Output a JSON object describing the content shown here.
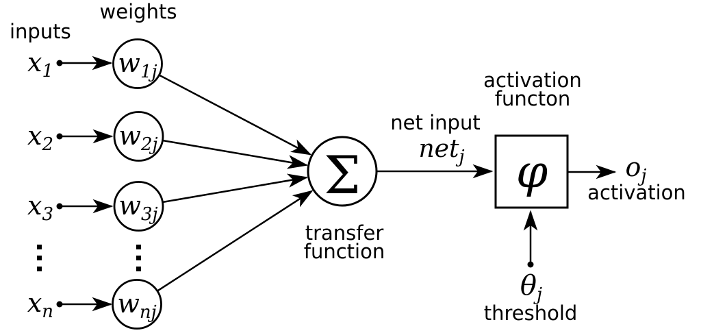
{
  "title": "artificial neuron diagram",
  "colors": {
    "ink": "#000000",
    "background": "#ffffff"
  },
  "labels": {
    "inputs": "inputs",
    "weights": "weights",
    "net_input": "net input",
    "transfer": [
      "transfer",
      "function"
    ],
    "activation_function": [
      "activation",
      "functon"
    ],
    "activation_output": "activation",
    "threshold": "threshold"
  },
  "nodes": {
    "inputs": [
      {
        "base": "x",
        "sub": "1"
      },
      {
        "base": "x",
        "sub": "2"
      },
      {
        "base": "x",
        "sub": "3"
      },
      {
        "base": "x",
        "sub": "n"
      }
    ],
    "weights": [
      {
        "base": "w",
        "sub": "1j"
      },
      {
        "base": "w",
        "sub": "2j"
      },
      {
        "base": "w",
        "sub": "3j"
      },
      {
        "base": "w",
        "sub": "nj"
      }
    ],
    "sum": "Σ",
    "net": {
      "base": "net",
      "sub": "j"
    },
    "activation": "φ",
    "output": {
      "base": "o",
      "sub": "j"
    },
    "threshold": {
      "base": "θ",
      "sub": "j"
    }
  }
}
